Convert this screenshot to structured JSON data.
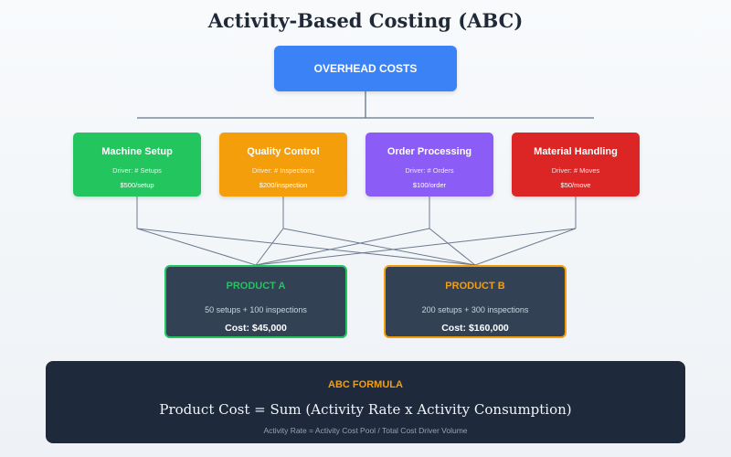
{
  "title": "Activity-Based Costing (ABC)",
  "root": {
    "label": "OVERHEAD COSTS",
    "color": "#3b82f6"
  },
  "activities": [
    {
      "name": "Machine Setup",
      "driver": "Driver: # Setups",
      "rate": "$500/setup",
      "color": "#22c55e"
    },
    {
      "name": "Quality Control",
      "driver": "Driver: # Inspections",
      "rate": "$200/inspection",
      "color": "#f59e0b"
    },
    {
      "name": "Order Processing",
      "driver": "Driver: # Orders",
      "rate": "$100/order",
      "color": "#8b5cf6"
    },
    {
      "name": "Material Handling",
      "driver": "Driver: # Moves",
      "rate": "$50/move",
      "color": "#dc2626"
    }
  ],
  "products": [
    {
      "name": "PRODUCT A",
      "desc": "50 setups + 100 inspections",
      "cost": "Cost: $45,000",
      "color": "#22c55e"
    },
    {
      "name": "PRODUCT B",
      "desc": "200 setups + 300 inspections",
      "cost": "Cost: $160,000",
      "color": "#f59e0b"
    }
  ],
  "formula": {
    "label": "ABC FORMULA",
    "main": "Product Cost = Sum (Activity Rate x Activity Consumption)",
    "note": "Activity Rate = Activity Cost Pool / Total Cost Driver Volume"
  }
}
